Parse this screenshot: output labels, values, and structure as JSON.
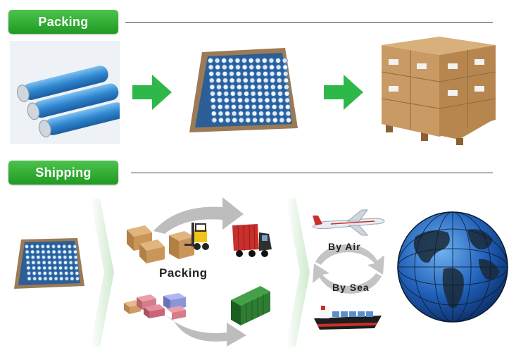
{
  "sections": {
    "packing_title": "Packing",
    "shipping_title": "Shipping"
  },
  "labels": {
    "packing_center": "Packing",
    "by_air": "By Air",
    "by_sea": "By Sea"
  },
  "colors": {
    "tab_green": "#2aa82d",
    "arrow_green": "#2eb84a",
    "battery_blue": "#3e8fd6",
    "carton_brown": "#c89b67",
    "globe_blue": "#1f5fb8"
  },
  "icons": {
    "battery_cells": "battery-cells-icon",
    "arrow": "green-arrow-icon",
    "battery_box": "battery-box-icon",
    "pallet": "pallet-cartons-icon",
    "truck": "truck-icon",
    "forklift": "forklift-icon",
    "container": "shipping-container-icon",
    "airplane": "airplane-icon",
    "ship": "cargo-ship-icon",
    "globe": "globe-icon"
  }
}
